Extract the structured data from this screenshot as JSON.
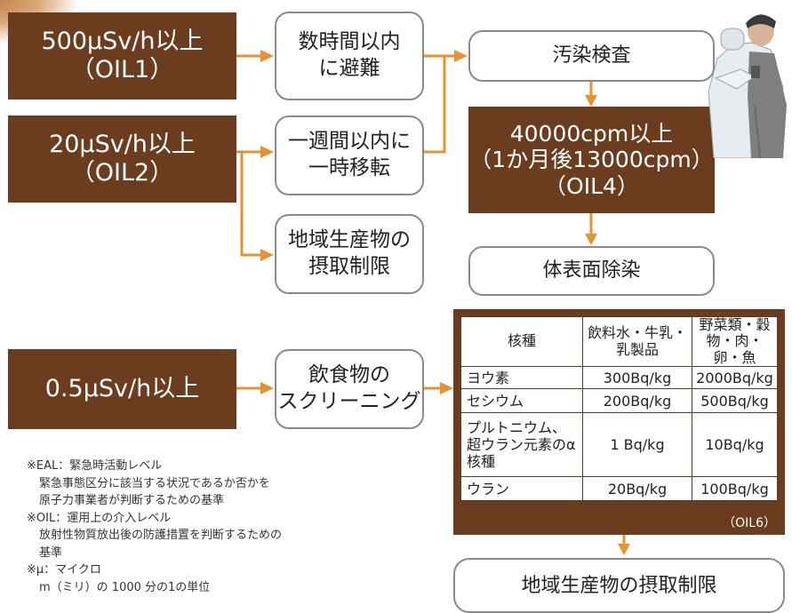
{
  "level1": {
    "line1": "500μSv/h以上",
    "line2": "（OIL1）"
  },
  "level2": {
    "line1": "20μSv/h以上",
    "line2": "（OIL2）"
  },
  "level3": {
    "line1": "0.5μSv/h以上"
  },
  "evacuate": {
    "line1": "数時間以内",
    "line2": "に避難"
  },
  "relocate": {
    "line1": "一週間以内に",
    "line2": "一時移転"
  },
  "restrict_local": {
    "line1": "地域生産物の",
    "line2": "摂取制限"
  },
  "screening": {
    "line1": "飲食物の",
    "line2": "スクリーニング"
  },
  "contamination_check": {
    "label": "汚染検査"
  },
  "oil4": {
    "line1": "40000cpm以上",
    "line2": "（1か月後13000cpm）",
    "line3": "（OIL4）"
  },
  "decontamination": {
    "label": "体表面除染"
  },
  "final_restriction": {
    "label": "地域生産物の摂取制限"
  },
  "nuclide_table": {
    "headers": [
      "核種",
      "飲料水・牛乳・乳製品",
      "野菜類・穀物・肉・卵・魚"
    ],
    "rows": [
      {
        "name": "ヨウ素",
        "drink": "300Bq/kg",
        "food": "2000Bq/kg"
      },
      {
        "name": "セシウム",
        "drink": "200Bq/kg",
        "food": "500Bq/kg"
      },
      {
        "name": "プルトニウム、超ウラン元素のα核種",
        "drink": "1 Bq/kg",
        "food": "10Bq/kg"
      },
      {
        "name": "ウラン",
        "drink": "20Bq/kg",
        "food": "100Bq/kg"
      }
    ],
    "footnote": "（OIL6）"
  },
  "notes": [
    "※EAL：緊急時活動レベル",
    "緊急事態区分に該当する状況であるか否かを",
    "原子力事業者が判断するための基準",
    "※OIL：運用上の介入レベル",
    "放射性物質放出後の防護措置を判断するための",
    "基準",
    "※μ：マイクロ",
    "m（ミリ）の 1000 分の1の単位"
  ],
  "colors": {
    "brown": "#6b3d1e",
    "arrow": "#e8922d",
    "box_border": "#8a8a8a"
  }
}
